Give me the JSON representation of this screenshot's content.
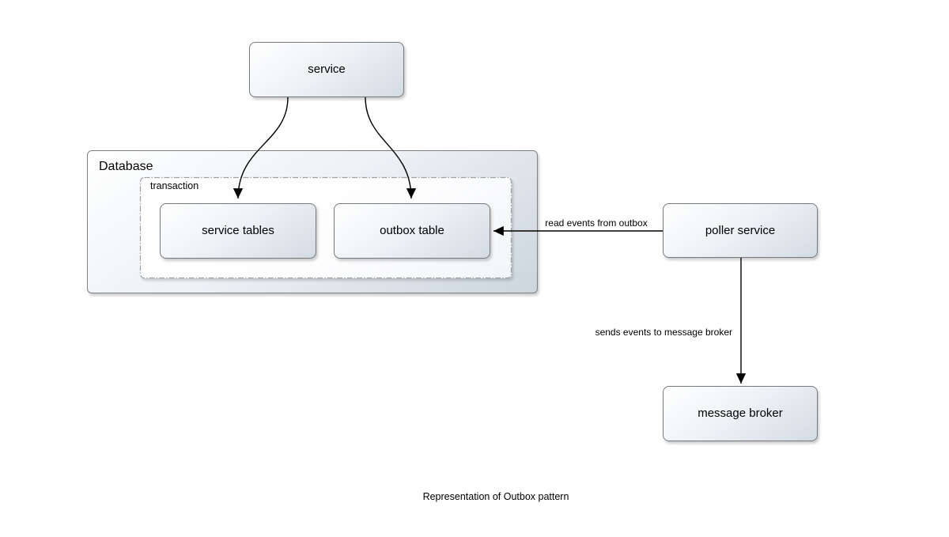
{
  "caption": "Representation of Outbox pattern",
  "nodes": {
    "service": {
      "label": "service"
    },
    "database": {
      "label": "Database"
    },
    "transaction": {
      "label": "transaction"
    },
    "service_tables": {
      "label": "service tables"
    },
    "outbox_table": {
      "label": "outbox table"
    },
    "poller_service": {
      "label": "poller service"
    },
    "message_broker": {
      "label": "message broker"
    }
  },
  "edges": [
    {
      "from": "service",
      "to": "service_tables",
      "label": ""
    },
    {
      "from": "service",
      "to": "outbox_table",
      "label": ""
    },
    {
      "from": "poller_service",
      "to": "outbox_table",
      "label": "read events from outbox"
    },
    {
      "from": "poller_service",
      "to": "message_broker",
      "label": "sends events to message broker"
    }
  ],
  "colors": {
    "node_fill_top": "#ffffff",
    "node_fill_bottom": "#d3dbe3",
    "node_border": "#747a80",
    "arrow": "#000000",
    "background": "#ffffff"
  }
}
